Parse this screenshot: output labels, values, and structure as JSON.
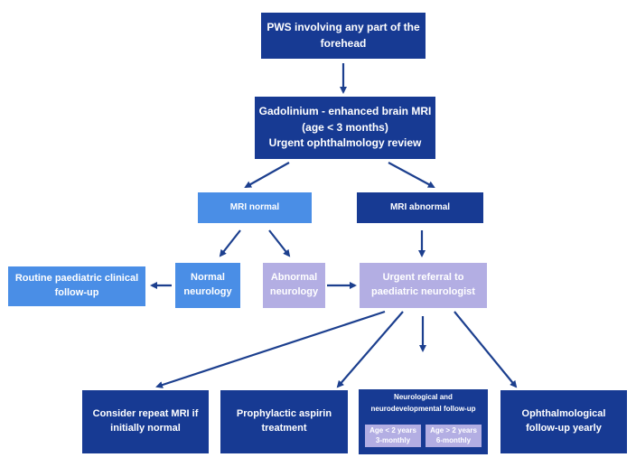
{
  "colors": {
    "dark": "#173a93",
    "mid": "#4a8ee6",
    "lavender": "#b3aee3",
    "arrow": "#1c3f8e"
  },
  "nodes": {
    "pws": [
      "PWS involving any part of the",
      "forehead"
    ],
    "mri": [
      "Gadolinium - enhanced brain MRI",
      "(age < 3 months)",
      "Urgent ophthalmology review"
    ],
    "mri_normal": "MRI normal",
    "mri_abnormal": "MRI abnormal",
    "routine": [
      "Routine  paediatric clinical",
      "follow-up"
    ],
    "normal_neuro": [
      "Normal",
      "neurology"
    ],
    "abnormal_neuro": [
      "Abnormal",
      "neurology"
    ],
    "urgent_referral": [
      "Urgent referral to",
      "paediatric neurologist"
    ],
    "repeat_mri": [
      "Consider repeat MRI if",
      "initially normal"
    ],
    "aspirin": [
      "Prophylactic aspirin",
      "treatment"
    ],
    "neuro_follow": {
      "title": [
        "Neurological and",
        "neurodevelopmental follow-up"
      ],
      "under2": [
        "Age < 2 years",
        "3-monthly"
      ],
      "over2": [
        "Age > 2 years",
        "6-monthly"
      ]
    },
    "ophthal": [
      "Ophthalmological",
      "follow-up yearly"
    ]
  }
}
